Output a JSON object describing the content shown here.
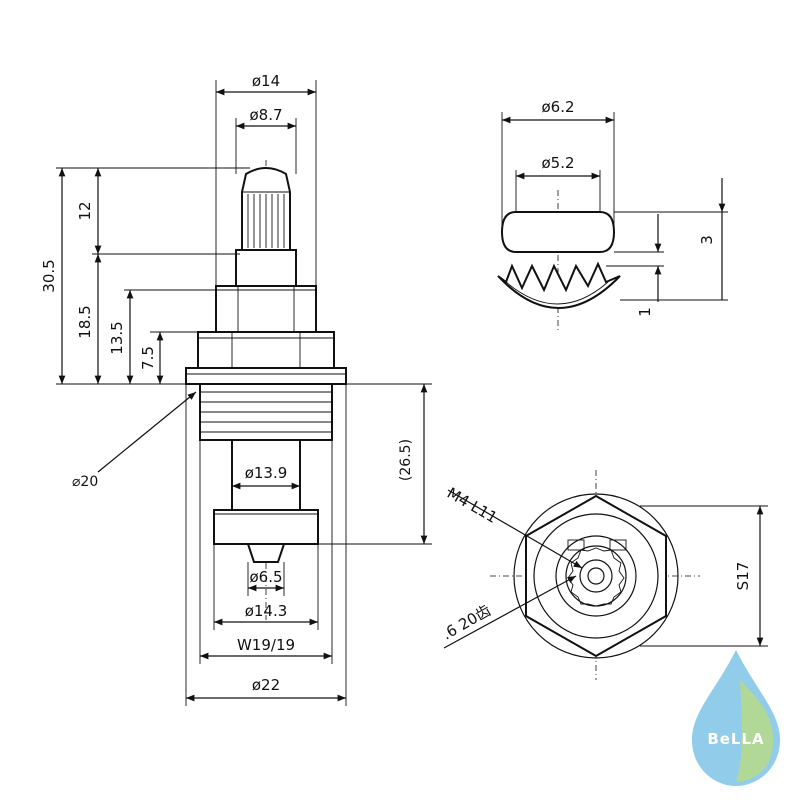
{
  "dimensions": {
    "d14": "ø14",
    "d8_7": "ø8.7",
    "l12": "12",
    "l30_5": "30.5",
    "l18_5": "18.5",
    "l13_5": "13.5",
    "l7_5": "7.5",
    "d20": "⌀20",
    "d13_9": "ø13.9",
    "l26_5": "(26.5)",
    "d6_5": "ø6.5",
    "d14_3": "ø14.3",
    "w19": "W19/19",
    "d22": "ø22",
    "d6_2": "ø6.2",
    "d5_2": "ø5.2",
    "l3": "3",
    "l1": "1",
    "thread": "M4 L11",
    "spline": ".6 20齿",
    "s17": "S17"
  },
  "logo": {
    "text": "BeLLA"
  },
  "colors": {
    "line": "#111111",
    "logo_blue": "#7ec3e6",
    "logo_green": "#b7d98a"
  }
}
